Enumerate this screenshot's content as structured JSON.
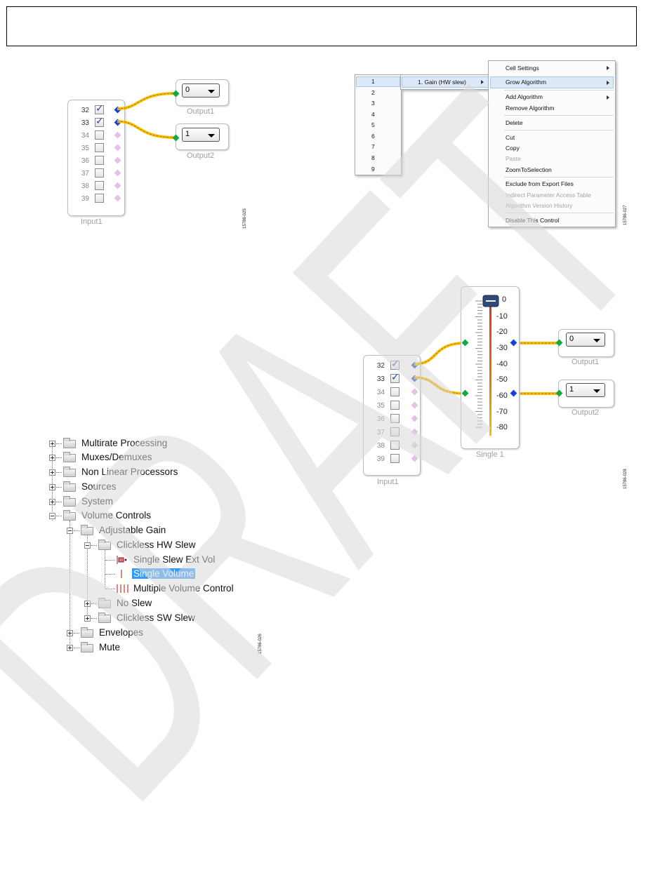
{
  "figure_ids": {
    "fig25": "15786-025",
    "fig26": "15786-026",
    "fig27": "15786-027",
    "fig28": "15786-028"
  },
  "watermark": "DRAFT",
  "input_block": {
    "label": "Input1",
    "pins": [
      "32",
      "33",
      "34",
      "35",
      "36",
      "37",
      "38",
      "39"
    ]
  },
  "outputs": [
    {
      "label": "Output1",
      "value": "0"
    },
    {
      "label": "Output2",
      "value": "1"
    }
  ],
  "row_list": [
    "1",
    "2",
    "3",
    "4",
    "5",
    "6",
    "7",
    "8",
    "9"
  ],
  "submenu_item": "1. Gain (HW slew)",
  "context_menu": {
    "cell_settings": "Cell Settings",
    "grow_algorithm": "Grow Algorithm",
    "add_algorithm": "Add Algorithm",
    "remove_algorithm": "Remove Algorithm",
    "delete": "Delete",
    "cut": "Cut",
    "copy": "Copy",
    "paste": "Paste",
    "zoom_to_selection": "ZoomToSelection",
    "exclude_from_export": "Exclude from Export Files",
    "indirect_param_table": "Indirect Parameter Access Table",
    "algorithm_version_history": "Algorithm Version History",
    "disable_this_control": "Disable This Control"
  },
  "tree": {
    "multirate": "Multirate Processing",
    "muxes": "Muxes/Demuxes",
    "nonlinear": "Non Linear Processors",
    "sources": "Sources",
    "system": "System",
    "volume_controls": "Volume Controls",
    "adjustable_gain": "Adjustable Gain",
    "clickless_hw_slew": "Clickless HW Slew",
    "single_slew_ext_vol": "Single Slew Ext Vol",
    "single_volume": "Single Volume",
    "multiple_volume_control": "Multiple Volume Control",
    "no_slew": "No Slew",
    "clickless_sw_slew": "Clickless SW Slew",
    "envelopes": "Envelopes",
    "mute": "Mute"
  },
  "single_block": {
    "label": "Single 1",
    "scale": [
      "0",
      "-10",
      "-20",
      "-30",
      "-40",
      "-50",
      "-60",
      "-70",
      "-80"
    ],
    "level_db": 0
  },
  "colors": {
    "wire": "#f2c200",
    "pin_blue": "#1245d8",
    "pin_green": "#17a843",
    "selection": "#3399ff",
    "slider_track_top": "#d03a1a",
    "slider_track_bottom": "#f2c200",
    "watermark": "#d9d9d9"
  }
}
